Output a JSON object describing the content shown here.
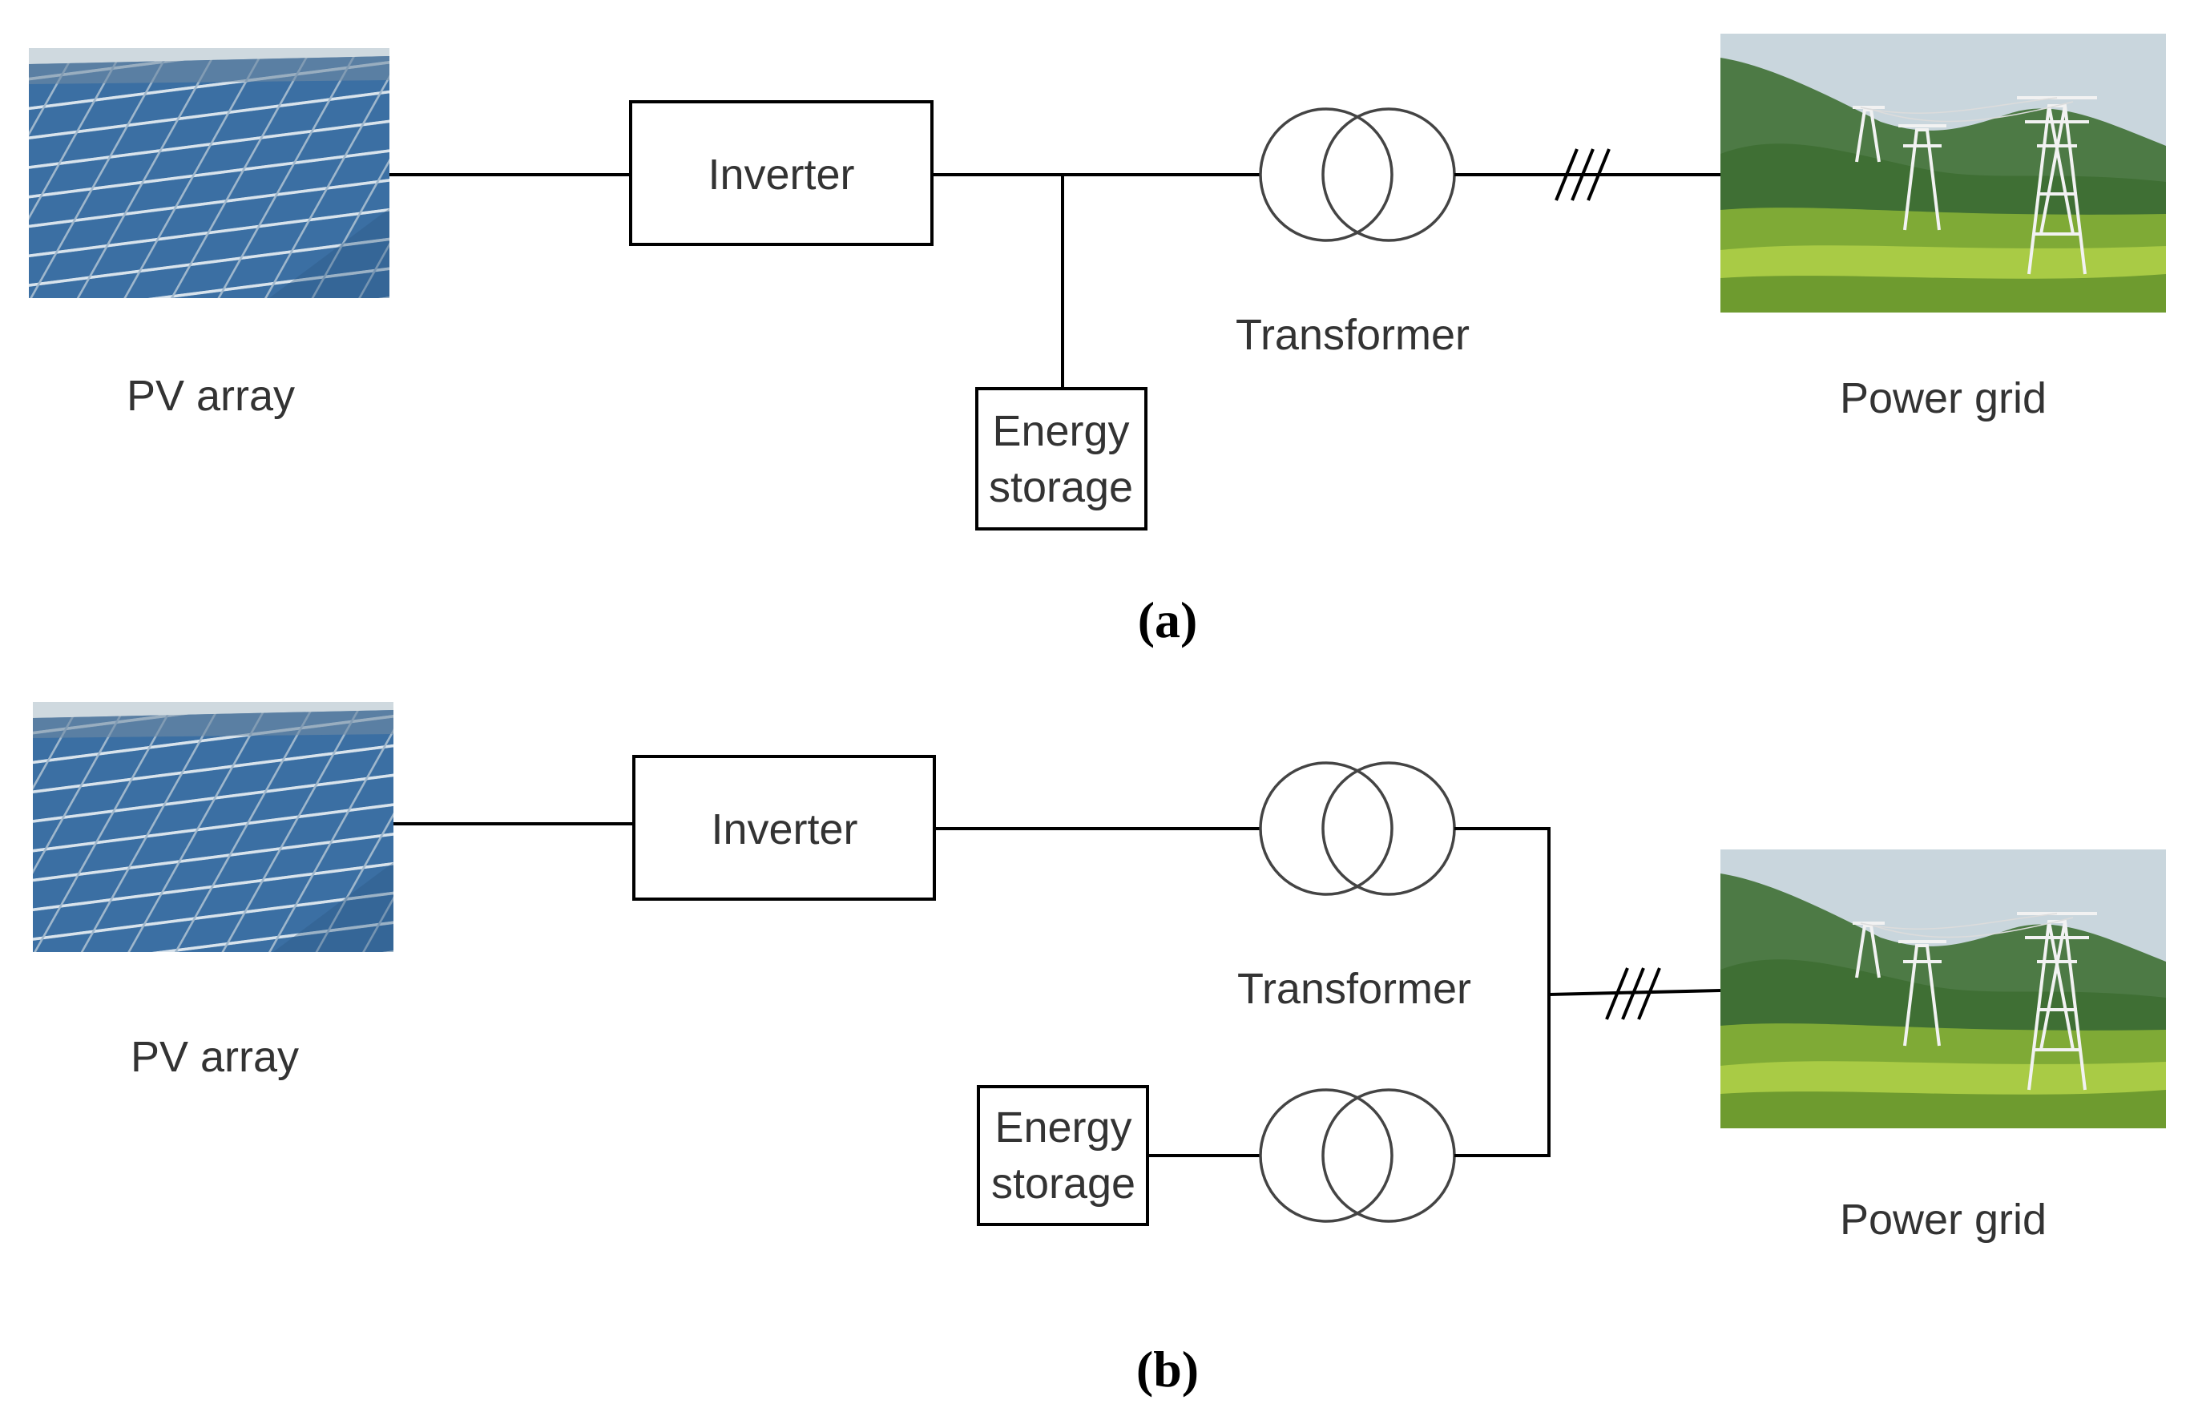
{
  "panels": [
    {
      "caption": "(a)",
      "pv_label": "PV array",
      "inverter_label": "Inverter",
      "transformer_label": "Transformer",
      "storage_label": [
        "Energy",
        "storage"
      ],
      "grid_label": "Power grid"
    },
    {
      "caption": "(b)",
      "pv_label": "PV array",
      "inverter_label": "Inverter",
      "transformer_label": "Transformer",
      "storage_label": [
        "Energy",
        "storage"
      ],
      "grid_label": "Power grid"
    }
  ],
  "colors": {
    "line": "#000000",
    "text": "#333333",
    "solar_panel": "#3b6fa3",
    "sky": "#c9d6dd",
    "hills": "#3f6f34",
    "fields": "#9cc43a"
  },
  "icons": [
    "solar-panel-photo",
    "power-grid-photo",
    "transformer-symbol",
    "three-phase-marker"
  ]
}
